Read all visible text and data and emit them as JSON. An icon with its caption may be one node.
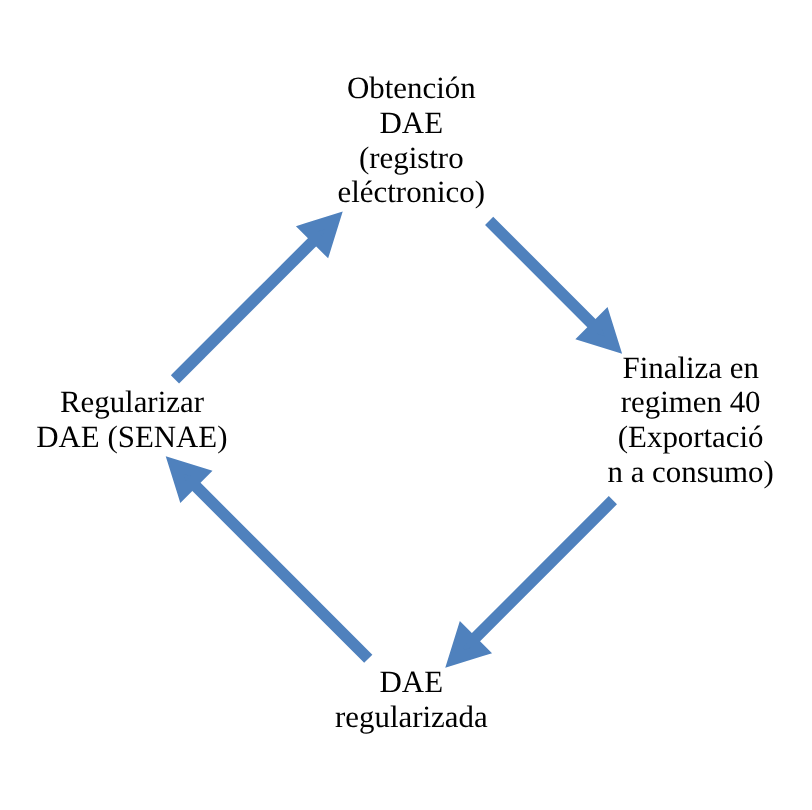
{
  "diagram": {
    "nodes": [
      {
        "text": [
          "DAE regularizada"
        ]
      },
      {
        "text": [
          "Regularizar DAE (SENAE)"
        ]
      },
      {
        "text": [
          "Obtención DAE (registro eléctronico)"
        ]
      },
      {
        "text": [
          "Finaliza en regimen 40 (Exportació n a consumo)"
        ]
      }
    ],
    "edges": [
      {
        "from": 0,
        "to": 1,
        "arrow": "to"
      },
      {
        "from": 1,
        "to": 2,
        "arrow": "to"
      },
      {
        "from": 2,
        "to": 3,
        "arrow": "to"
      },
      {
        "from": 3,
        "to": 0,
        "arrow": "to"
      }
    ]
  }
}
